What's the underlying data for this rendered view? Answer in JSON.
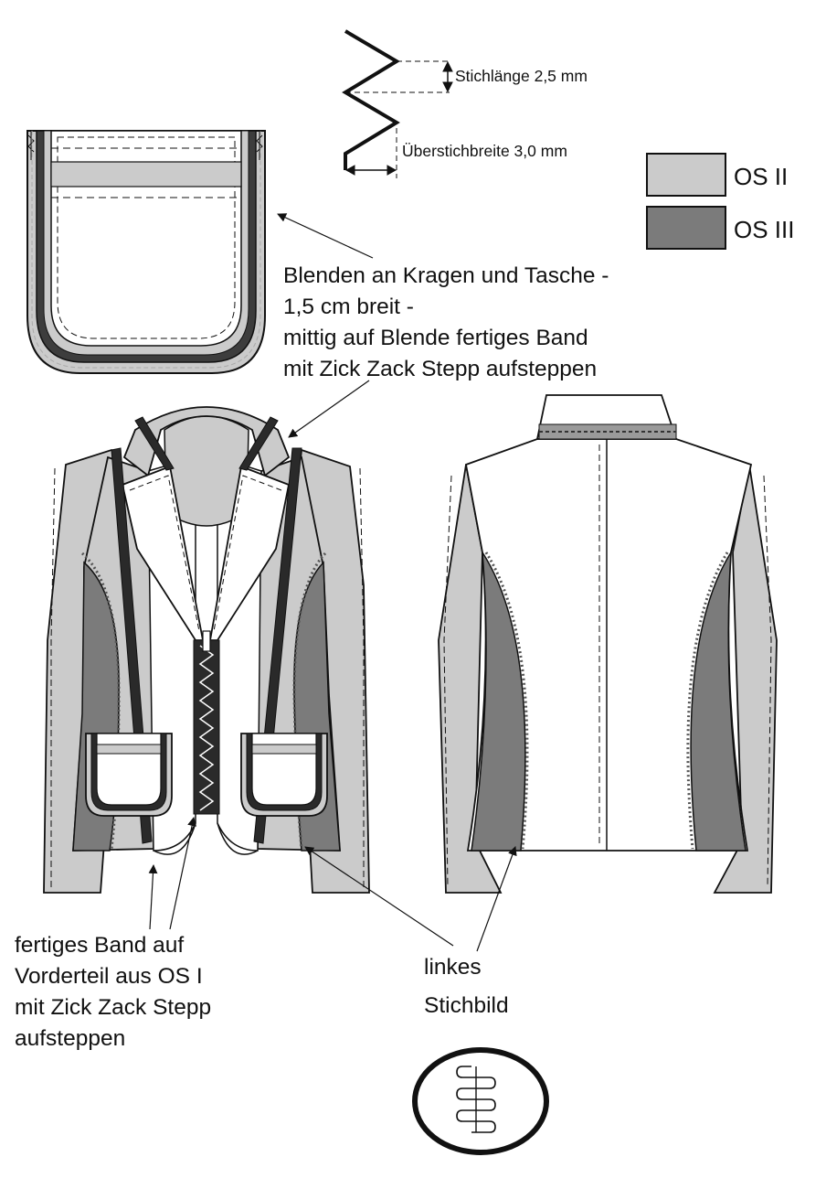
{
  "stitch_spec": {
    "length_label": "Stichlänge 2,5 mm",
    "width_label": "Überstichbreite 3,0 mm"
  },
  "legend": {
    "items": [
      {
        "label": "OS II",
        "color": "#cbcbcb"
      },
      {
        "label": "OS III",
        "color": "#7b7b7b"
      }
    ]
  },
  "callouts": {
    "facing": [
      "Blenden an Kragen und Tasche -",
      "1,5 cm breit -",
      "mittig auf Blende fertiges Band",
      "mit Zick Zack Stepp aufsteppen"
    ],
    "front_band": [
      "fertiges Band auf",
      "Vorderteil aus OS I",
      "mit Zick Zack Stepp",
      "aufsteppen"
    ],
    "left_stitch": [
      "linkes",
      "Stichbild"
    ]
  },
  "colors": {
    "os_i": "#ffffff",
    "os_ii": "#cbcbcb",
    "os_iii": "#7b7b7b",
    "band": "#2a2a2a",
    "line": "#111111"
  }
}
